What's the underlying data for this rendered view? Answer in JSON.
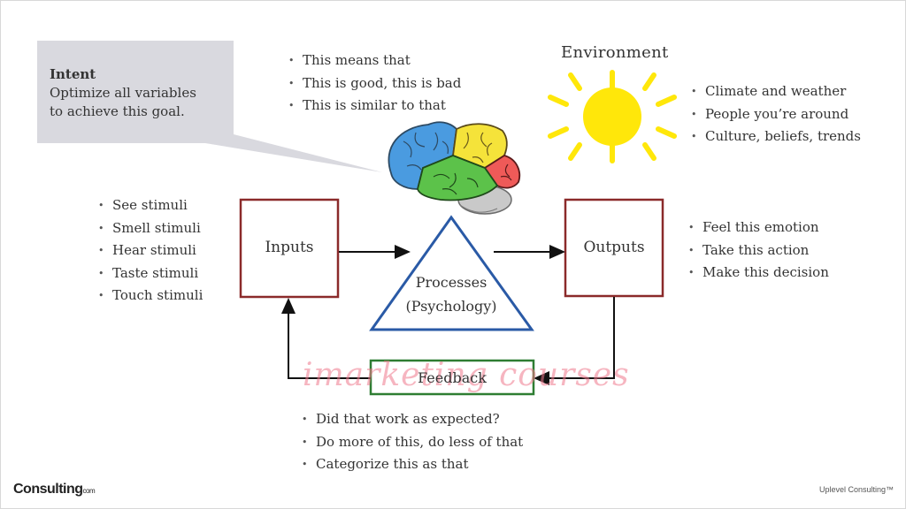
{
  "intent": {
    "title": "Intent",
    "line1": "Optimize all variables",
    "line2": "to achieve this goal."
  },
  "meaning_bullets": [
    "This means that",
    "This is good, this is bad",
    "This is similar to that"
  ],
  "environment": {
    "title": "Environment",
    "bullets": [
      "Climate and weather",
      "People you’re around",
      "Culture, beliefs, trends"
    ]
  },
  "inputs": {
    "label": "Inputs",
    "bullets": [
      "See stimuli",
      "Smell stimuli",
      "Hear stimuli",
      "Taste stimuli",
      "Touch stimuli"
    ]
  },
  "processes": {
    "line1": "Processes",
    "line2": "(Psychology)"
  },
  "outputs": {
    "label": "Outputs",
    "bullets": [
      "Feel this emotion",
      "Take this action",
      "Make this decision"
    ]
  },
  "feedback": {
    "label": "Feedback",
    "bullets": [
      "Did that work as expected?",
      "Do more of this, do less of that",
      "Categorize this as that"
    ]
  },
  "watermark": "imarketing courses",
  "branding": {
    "left_main": "Consulting",
    "left_suffix": "com",
    "right": "Uplevel Consulting™"
  },
  "colors": {
    "box_red": "#8b2a2a",
    "triangle_blue": "#2a5aa6",
    "feedback_green": "#2e7d32",
    "sun_yellow": "#ffe70a",
    "callout_gray": "#d9d9df"
  },
  "icons": [
    "sun-icon",
    "brain-icon"
  ]
}
